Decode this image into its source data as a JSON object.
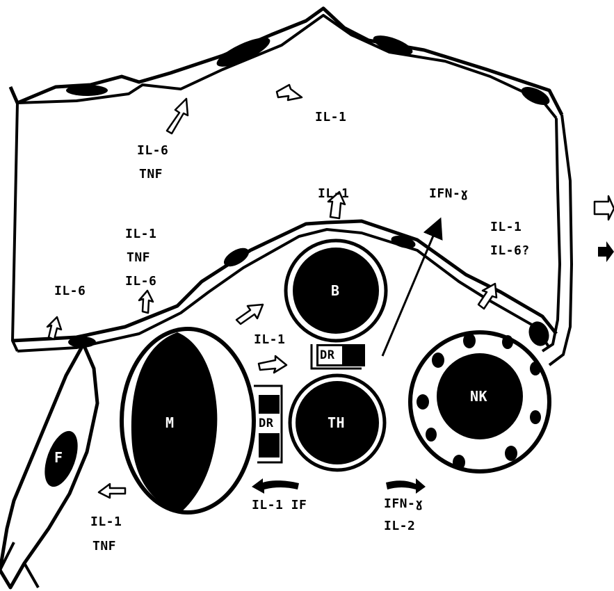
{
  "colors": {
    "ink": "#000000",
    "paper": "#ffffff"
  },
  "labels": {
    "il1_top": "IL-1",
    "il6_top": "IL-6",
    "tnf_top": "TNF",
    "il1_mid": "IL-1",
    "ifn_top": "IFN-ɣ",
    "il1_left": "IL-1",
    "tnf_left": "TNF",
    "il6_left": "IL-6",
    "il6_farleft": "IL-6",
    "il1_right": "IL-1",
    "il6q_right": "IL-6?",
    "il1_center": "IL-1",
    "il1_if": "IL-1 IF",
    "ifn_bottom": "IFN-ɣ",
    "il2_bottom": "IL-2",
    "il1_bottomleft": "IL-1",
    "tnf_bottomleft": "TNF",
    "dr_upper": "DR",
    "dr_lower": "DR",
    "cell_b": "B",
    "cell_m": "M",
    "cell_th": "TH",
    "cell_nk": "NK",
    "cell_f": "F"
  }
}
